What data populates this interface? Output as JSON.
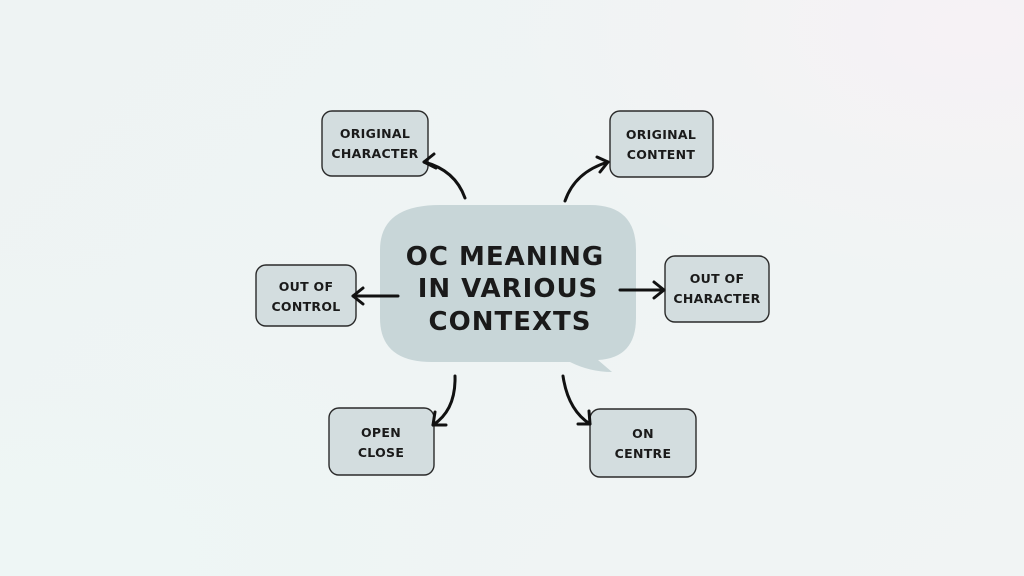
{
  "diagram": {
    "title_lines": [
      "OC MEANING",
      "IN VARIOUS",
      "CONTEXTS"
    ],
    "center_color": "#c8d6d8",
    "node_color": "#d3dddf",
    "nodes": [
      {
        "id": "original-character",
        "lines": [
          "ORIGINAL",
          "CHARACTER"
        ]
      },
      {
        "id": "original-content",
        "lines": [
          "ORIGINAL",
          "CONTENT"
        ]
      },
      {
        "id": "out-of-control",
        "lines": [
          "OUT OF",
          "CONTROL"
        ]
      },
      {
        "id": "out-of-character",
        "lines": [
          "OUT OF",
          "CHARACTER"
        ]
      },
      {
        "id": "open-close",
        "lines": [
          "OPEN",
          "CLOSE"
        ]
      },
      {
        "id": "on-centre",
        "lines": [
          "ON",
          "CENTRE"
        ]
      }
    ]
  }
}
